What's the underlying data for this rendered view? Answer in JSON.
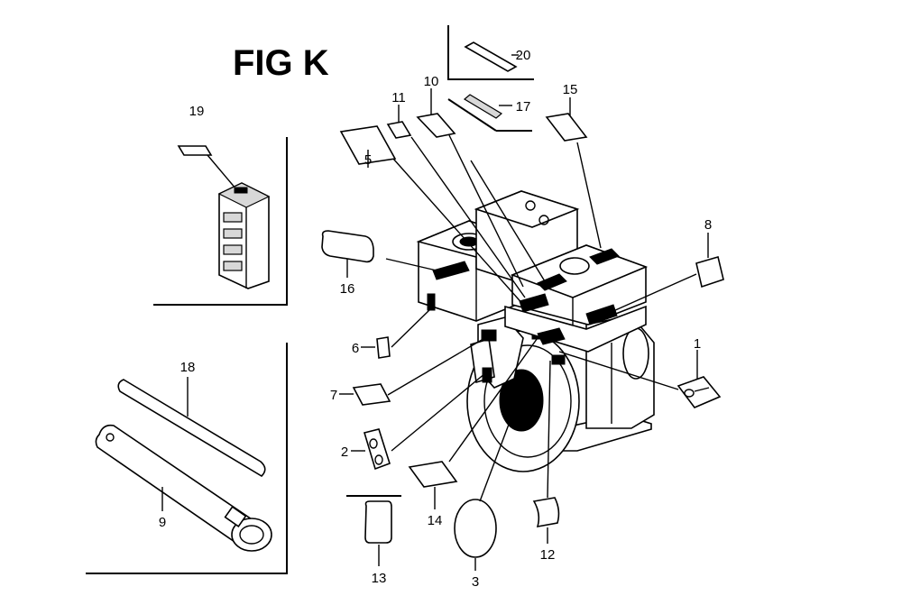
{
  "figure": {
    "title": "FIG K"
  },
  "callouts": [
    {
      "id": "c1",
      "label": "1",
      "part": "decal"
    },
    {
      "id": "c2",
      "label": "2",
      "part": "decal"
    },
    {
      "id": "c3",
      "label": "3",
      "part": "decal"
    },
    {
      "id": "c5",
      "label": "5",
      "part": "decal"
    },
    {
      "id": "c6",
      "label": "6",
      "part": "decal"
    },
    {
      "id": "c7",
      "label": "7",
      "part": "decal"
    },
    {
      "id": "c8",
      "label": "8",
      "part": "decal"
    },
    {
      "id": "c9",
      "label": "9",
      "part": "tube"
    },
    {
      "id": "c10",
      "label": "10",
      "part": "decal"
    },
    {
      "id": "c11",
      "label": "11",
      "part": "decal"
    },
    {
      "id": "c12",
      "label": "12",
      "part": "decal"
    },
    {
      "id": "c13",
      "label": "13",
      "part": "decal"
    },
    {
      "id": "c14",
      "label": "14",
      "part": "decal"
    },
    {
      "id": "c15",
      "label": "15",
      "part": "decal"
    },
    {
      "id": "c16",
      "label": "16",
      "part": "decal"
    },
    {
      "id": "c17",
      "label": "17",
      "part": "pin"
    },
    {
      "id": "c18",
      "label": "18",
      "part": "rod"
    },
    {
      "id": "c19",
      "label": "19",
      "part": "decal"
    },
    {
      "id": "c20",
      "label": "20",
      "part": "strip"
    }
  ]
}
